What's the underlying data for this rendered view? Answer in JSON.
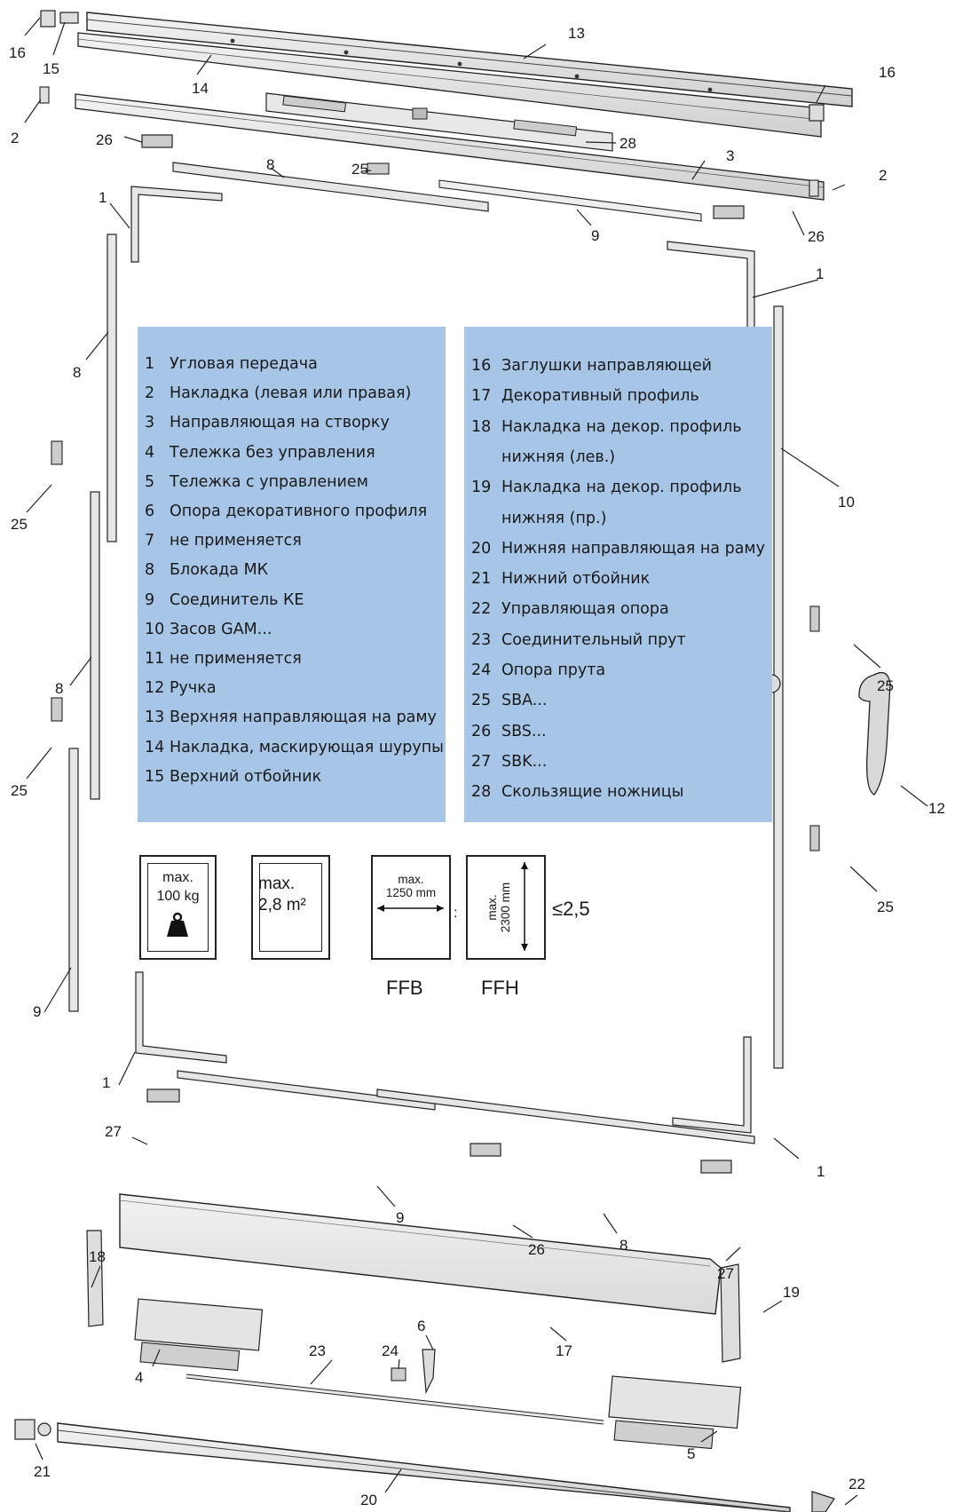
{
  "legend_left": [
    {
      "num": "1",
      "text": "Угловая передача"
    },
    {
      "num": "2",
      "text": "Накладка (левая или правая)"
    },
    {
      "num": "3",
      "text": "Направляющая на створку"
    },
    {
      "num": "4",
      "text": "Тележка без управления"
    },
    {
      "num": "5",
      "text": "Тележка с управлением"
    },
    {
      "num": "6",
      "text": "Опора декоративного профиля"
    },
    {
      "num": "7",
      "text": "не применяется"
    },
    {
      "num": "8",
      "text": "Блокада МК"
    },
    {
      "num": "9",
      "text": "Соединитель КЕ"
    },
    {
      "num": "10",
      "text": "Засов GAM..."
    },
    {
      "num": "11",
      "text": "не применяется"
    },
    {
      "num": "12",
      "text": "Ручка"
    },
    {
      "num": "13",
      "text": "Верхняя направляющая на раму"
    },
    {
      "num": "14",
      "text": "Накладка, маскирующая шурупы"
    },
    {
      "num": "15",
      "text": "Верхний отбойник"
    }
  ],
  "legend_right": [
    {
      "num": "16",
      "text": "Заглушки направляющей"
    },
    {
      "num": "17",
      "text": "Декоративный профиль"
    },
    {
      "num": "18",
      "text": "Накладка на декор. профиль",
      "cont": "нижняя (лев.)"
    },
    {
      "num": "19",
      "text": "Накладка на декор. профиль",
      "cont": "нижняя (пр.)"
    },
    {
      "num": "20",
      "text": "Нижняя направляющая на раму"
    },
    {
      "num": "21",
      "text": "Нижний отбойник"
    },
    {
      "num": "22",
      "text": "Управляющая опора"
    },
    {
      "num": "23",
      "text": "Соединительный прут"
    },
    {
      "num": "24",
      "text": "Опора прута"
    },
    {
      "num": "25",
      "text": "SBA..."
    },
    {
      "num": "26",
      "text": "SBS..."
    },
    {
      "num": "27",
      "text": "SBK..."
    },
    {
      "num": "28",
      "text": "Скользящие ножницы"
    }
  ],
  "specs": {
    "weight": {
      "line1": "max.",
      "line2": "100 kg"
    },
    "area": {
      "line1": "max.",
      "line2": "2,8 m²"
    },
    "width": {
      "line1": "max.",
      "line2": "1250 mm",
      "caption": "FFB"
    },
    "height": {
      "line1": "max.",
      "line2": "2300 mm",
      "caption": "FFH"
    },
    "separator": ":",
    "ratio": "≤2,5"
  },
  "callouts": [
    {
      "id": "c16a",
      "text": "16"
    },
    {
      "id": "c15",
      "text": "15"
    },
    {
      "id": "c13",
      "text": "13"
    },
    {
      "id": "c14",
      "text": "14"
    },
    {
      "id": "c16b",
      "text": "16"
    },
    {
      "id": "c2a",
      "text": "2"
    },
    {
      "id": "c26a",
      "text": "26"
    },
    {
      "id": "c28",
      "text": "28"
    },
    {
      "id": "c3",
      "text": "3"
    },
    {
      "id": "c8a",
      "text": "8"
    },
    {
      "id": "c25a",
      "text": "25"
    },
    {
      "id": "c2b",
      "text": "2"
    },
    {
      "id": "c1a",
      "text": "1"
    },
    {
      "id": "c9a",
      "text": "9"
    },
    {
      "id": "c26b",
      "text": "26"
    },
    {
      "id": "c1b",
      "text": "1"
    },
    {
      "id": "c8b",
      "text": "8"
    },
    {
      "id": "c10",
      "text": "10"
    },
    {
      "id": "c25b",
      "text": "25"
    },
    {
      "id": "c8c",
      "text": "8"
    },
    {
      "id": "c25c",
      "text": "25"
    },
    {
      "id": "c25d",
      "text": "25"
    },
    {
      "id": "c12",
      "text": "12"
    },
    {
      "id": "c25e",
      "text": "25"
    },
    {
      "id": "c9b",
      "text": "9"
    },
    {
      "id": "c1c",
      "text": "1"
    },
    {
      "id": "c27a",
      "text": "27"
    },
    {
      "id": "c1d",
      "text": "1"
    },
    {
      "id": "c9c",
      "text": "9"
    },
    {
      "id": "c26c",
      "text": "26"
    },
    {
      "id": "c8d",
      "text": "8"
    },
    {
      "id": "c27b",
      "text": "27"
    },
    {
      "id": "c18",
      "text": "18"
    },
    {
      "id": "c19",
      "text": "19"
    },
    {
      "id": "c6",
      "text": "6"
    },
    {
      "id": "c23",
      "text": "23"
    },
    {
      "id": "c24",
      "text": "24"
    },
    {
      "id": "c17",
      "text": "17"
    },
    {
      "id": "c4",
      "text": "4"
    },
    {
      "id": "c21",
      "text": "21"
    },
    {
      "id": "c5",
      "text": "5"
    },
    {
      "id": "c20",
      "text": "20"
    },
    {
      "id": "c22",
      "text": "22"
    }
  ],
  "colors": {
    "legend_bg": "#a7c5e6",
    "line": "#1a1a1a",
    "part_fill": "#e6e6e6",
    "part_dark": "#bdbdbd"
  }
}
